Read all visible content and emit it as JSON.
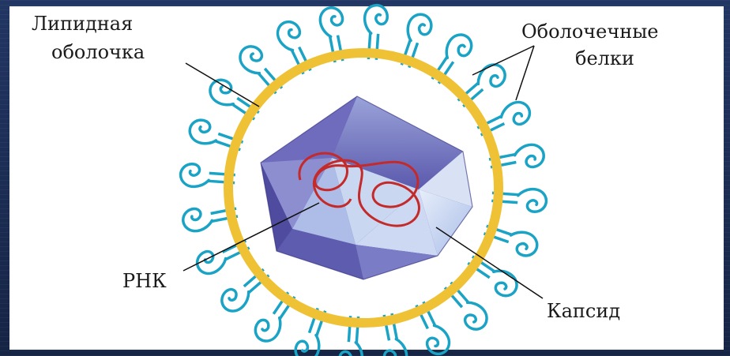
{
  "labels": {
    "lipid_line1": "Липидная",
    "lipid_line2": "оболочка",
    "proteins_line1": "Оболочечные",
    "proteins_line2": "белки",
    "rna": "РНК",
    "capsid": "Капсид"
  },
  "colors": {
    "background": "#1f2f58",
    "panel": "#ffffff",
    "membrane": "#efc235",
    "protein": "#1aa3c5",
    "capsid_dark": "#4e4aa3",
    "capsid_light": "#dfe9f7",
    "rna": "#c42a2a"
  },
  "icons": {
    "virion": "virus-particle",
    "protein_spike": "glycoprotein-spike"
  }
}
